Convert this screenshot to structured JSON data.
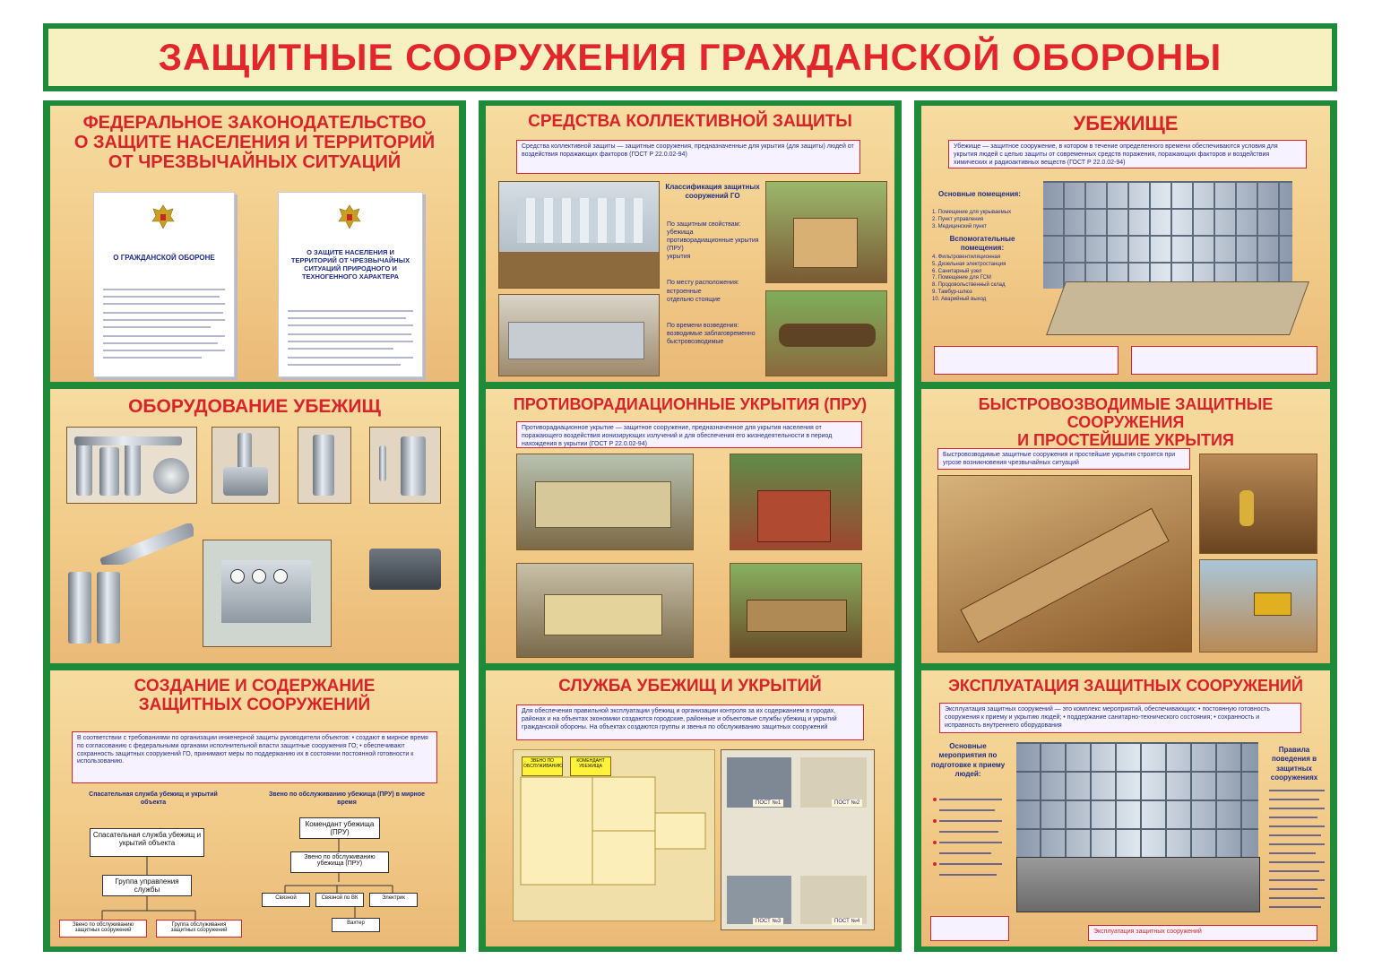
{
  "title": "ЗАЩИТНЫЕ СООРУЖЕНИЯ ГРАЖДАНСКОЙ ОБОРОНЫ",
  "colors": {
    "frame_green": "#1f8a3a",
    "title_red": "#e3262b",
    "panel_beige": "#f1c987",
    "text_blue": "#1f2c8a"
  },
  "panels": {
    "legislation": {
      "title_lines": [
        "ФЕДЕРАЛЬНОЕ ЗАКОНОДАТЕЛЬСТВО",
        "О ЗАЩИТЕ НАСЕЛЕНИЯ И ТЕРРИТОРИЙ",
        "ОТ ЧРЕЗВЫЧАЙНЫХ СИТУАЦИЙ"
      ],
      "doc1_title": "О ГРАЖДАНСКОЙ ОБОРОНЕ",
      "doc2_title": "О ЗАЩИТЕ НАСЕЛЕНИЯ И ТЕРРИТОРИЙ ОТ ЧРЕЗВЫЧАЙНЫХ СИТУАЦИЙ ПРИРОДНОГО И ТЕХНОГЕННОГО ХАРАКТЕРА"
    },
    "collective_protection": {
      "title": "СРЕДСТВА КОЛЛЕКТИВНОЙ ЗАЩИТЫ",
      "intro": "Средства коллективной защиты — защитные сооружения, предназначенные для укрытия (для защиты) людей от воздействия поражающих факторов (ГОСТ Р 22.0.02-94)",
      "classification_title": "Классификация защитных сооружений ГО",
      "class_items": [
        "По защитным свойствам:",
        "убежища",
        "противорадиационные укрытия (ПРУ)",
        "укрытия",
        "По месту расположения:",
        "встроенные",
        "отдельно стоящие",
        "По времени возведения:",
        "возводимые заблаговременно",
        "быстровозводимые"
      ]
    },
    "shelter": {
      "title": "УБЕЖИЩЕ",
      "intro": "Убежище — защитное сооружение, в котором в течение определенного времени обеспечиваются условия для укрытия людей с целью защиты от современных средств поражения, поражающих факторов и воздействия химических и радиоактивных веществ (ГОСТ Р 22.0.02-94)",
      "main_rooms_title": "Основные помещения:",
      "main_rooms": [
        "1. Помещение для укрываемых",
        "2. Пункт управления",
        "3. Медицинский пункт"
      ],
      "aux_rooms_title": "Вспомогательные помещения:",
      "aux_rooms": [
        "4. Фильтровентиляционная",
        "5. Дизельная электростанция",
        "6. Санитарный узел",
        "7. Помещение для ГСМ",
        "8. Продовольственный склад",
        "9. Тамбур-шлюз",
        "10. Аварийный выход"
      ]
    },
    "equipment": {
      "title": "ОБОРУДОВАНИЕ УБЕЖИЩ"
    },
    "pru": {
      "title": "ПРОТИВОРАДИАЦИОННЫЕ УКРЫТИЯ (ПРУ)",
      "intro": "Противорадиационное укрытие — защитное сооружение, предназначенное для укрытия населения от поражающего воздействия ионизирующих излучений и для обеспечения его жизнедеятельности в период нахождения в укрытии (ГОСТ Р 22.0.02-94)"
    },
    "rapid": {
      "title_lines": [
        "БЫСТРОВОЗВОДИМЫЕ ЗАЩИТНЫЕ СООРУЖЕНИЯ",
        "И ПРОСТЕЙШИЕ УКРЫТИЯ"
      ],
      "intro": "Быстровозводимые защитные сооружения и простейшие укрытия строятся при угрозе возникновения чрезвычайных ситуаций"
    },
    "creation": {
      "title_lines": [
        "СОЗДАНИЕ И СОДЕРЖАНИЕ",
        "ЗАЩИТНЫХ СООРУЖЕНИЙ"
      ],
      "intro": "В соответствии с требованиями по организации инженерной защиты руководители объектов: • создают в мирное время по согласованию с федеральными органами исполнительной власти защитные сооружения ГО; • обеспечивают сохранность защитных сооружений ГО, принимают меры по поддержанию их в состоянии постоянной готовности к использованию.",
      "left_header": "Спасательная служба убежищ и укрытий объекта",
      "right_header": "Звено по обслуживанию убежища (ПРУ) в мирное время",
      "org_left": [
        "Спасательная служба убежищ и укрытий объекта",
        "Группа управления службы",
        "Звено по обслуживанию защитных сооружений",
        "Группа обслуживания защитных сооружений"
      ],
      "org_right": [
        "Комендант убежища (ПРУ)",
        "Звено по обслуживанию убежища (ПРУ)",
        "Связной",
        "Связной по ВК",
        "Электрик",
        "Вахтер"
      ]
    },
    "service": {
      "title": "СЛУЖБА УБЕЖИЩ И УКРЫТИЙ",
      "intro": "Для обеспечения правильной эксплуатации убежищ и организации контроля за их содержанием в городах, районах и на объектах экономики создаются городские, районные и объектовые службы убежищ и укрытий гражданской обороны. На объектах создаются группы и звенья по обслуживанию защитных сооружений",
      "labels": [
        "КОМЕНДАНТ УБЕЖИЩА",
        "ЗВЕНО ПО ОБСЛУЖИВАНИЮ",
        "ПОСТ №1",
        "ПОСТ №2",
        "ПОСТ №3",
        "ПОСТ №4"
      ]
    },
    "operation": {
      "title": "ЭКСПЛУАТАЦИЯ ЗАЩИТНЫХ СООРУЖЕНИЙ",
      "intro": "Эксплуатация защитных сооружений — это комплекс мероприятий, обеспечивающих: • постоянную готовность сооружения к приему и укрытию людей; • поддержание санитарно-технического состояния; • сохранность и исправность внутреннего оборудования",
      "left_title": "Основные мероприятия по подготовке к приему людей:",
      "right_title": "Правила поведения в защитных сооружениях",
      "bottom_note": "Эксплуатация защитных сооружений"
    }
  }
}
